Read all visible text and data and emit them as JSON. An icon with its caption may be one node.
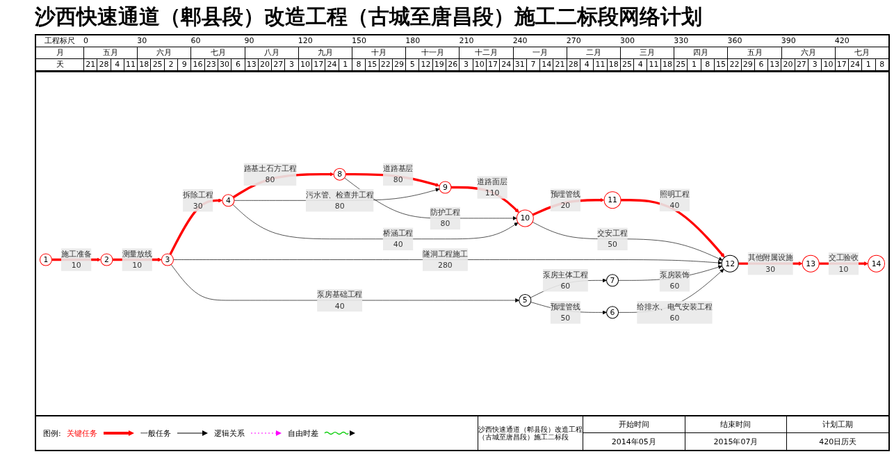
{
  "diagram": {
    "title": "沙西快速通道（郫县段）改造工程（古城至唐昌段）施工二标段网络计划",
    "nodes": [
      {
        "text": [
          "1"
        ]
      },
      {
        "text": [
          "2"
        ]
      },
      {
        "text": [
          "3"
        ]
      },
      {
        "text": [
          "4"
        ]
      },
      {
        "text": [
          "5"
        ]
      },
      {
        "text": [
          "6"
        ]
      },
      {
        "text": [
          "7"
        ]
      },
      {
        "text": [
          "8"
        ]
      },
      {
        "text": [
          "9"
        ]
      },
      {
        "text": [
          "10"
        ]
      },
      {
        "text": [
          "11"
        ]
      },
      {
        "text": [
          "12"
        ]
      },
      {
        "text": [
          "13"
        ]
      },
      {
        "text": [
          "14"
        ]
      }
    ],
    "edges": [
      {
        "from": 0,
        "to": 1,
        "arrow": "to",
        "label": "施工准备 10",
        "style": "thick",
        "color": "#ff0000"
      },
      {
        "from": 1,
        "to": 2,
        "arrow": "to",
        "label": "测量放线 10",
        "style": "thick",
        "color": "#ff0000"
      },
      {
        "from": 2,
        "to": 3,
        "arrow": "to",
        "label": "拆除工程 30",
        "style": "thick",
        "color": "#ff0000"
      },
      {
        "from": 3,
        "to": 7,
        "arrow": "to",
        "label": "路基土石方工程 80",
        "style": "thick",
        "color": "#ff0000"
      },
      {
        "from": 7,
        "to": 8,
        "arrow": "to",
        "label": "道路基层 80",
        "style": "thick",
        "color": "#ff0000"
      },
      {
        "from": 8,
        "to": 9,
        "arrow": "to",
        "label": "道路面层 110",
        "style": "thick",
        "color": "#ff0000"
      },
      {
        "from": 9,
        "to": 10,
        "arrow": "to",
        "label": "预埋管线 20",
        "style": "thick",
        "color": "#ff0000"
      },
      {
        "from": 10,
        "to": 11,
        "arrow": "to",
        "label": "照明工程 40",
        "style": "thick",
        "color": "#ff0000"
      },
      {
        "from": 11,
        "to": 12,
        "arrow": "to",
        "label": "其他附属设施 30",
        "style": "thick",
        "color": "#ff0000"
      },
      {
        "from": 12,
        "to": 13,
        "arrow": "to",
        "label": "交工验收 10",
        "style": "thick",
        "color": "#ff0000"
      },
      {
        "from": 3,
        "to": 8,
        "arrow": "to",
        "label": "污水管、检查井工程 80",
        "color": "#000000"
      },
      {
        "from": 7,
        "to": 9,
        "arrow": "to",
        "label": "防护工程 80",
        "color": "#000000"
      },
      {
        "from": 9,
        "to": 11,
        "arrow": "to",
        "label": "交安工程 50",
        "color": "#000000"
      },
      {
        "from": 3,
        "to": 9,
        "arrow": "to",
        "label": "桥涵工程 40",
        "color": "#000000"
      },
      {
        "from": 2,
        "to": 11,
        "arrow": "to",
        "label": "隧洞工程施工 280",
        "color": "#000000"
      },
      {
        "from": 2,
        "to": 4,
        "arrow": "to",
        "label": "泵房基础工程 40",
        "color": "#000000"
      },
      {
        "from": 4,
        "to": 6,
        "arrow": "to",
        "label": "泵房主体工程 60",
        "color": "#000000"
      },
      {
        "from": 6,
        "to": 11,
        "arrow": "to",
        "label": "泵房装饰 60",
        "color": "#000000"
      },
      {
        "from": 4,
        "to": 5,
        "arrow": "to",
        "label": "预埋管线 50",
        "color": "#000000"
      },
      {
        "from": 5,
        "to": 11,
        "arrow": "to",
        "label": "给排水、电气安装工程 60",
        "color": "#000000"
      }
    ],
    "labels": [
      "工程标尺",
      "0",
      "30",
      "60",
      "90",
      "120",
      "150",
      "180",
      "210",
      "240",
      "270",
      "300",
      "330",
      "360",
      "390",
      "420",
      "月",
      "五月",
      "六月",
      "七月",
      "八月",
      "九月",
      "十月",
      "十一月",
      "十二月",
      "一月",
      "二月",
      "三月",
      "四月",
      "五月",
      "六月",
      "七月",
      "天",
      "21",
      "28",
      "4",
      "11",
      "18",
      "25",
      "2",
      "9",
      "16",
      "23",
      "30",
      "6",
      "13",
      "20",
      "27",
      "3",
      "10",
      "17",
      "24",
      "1",
      "8",
      "15",
      "22",
      "29",
      "5",
      "12",
      "19",
      "26",
      "3",
      "10",
      "17",
      "24",
      "31",
      "7",
      "14",
      "21",
      "28",
      "4",
      "11",
      "18",
      "25",
      "4",
      "11",
      "18",
      "25",
      "1",
      "8",
      "15",
      "22",
      "29",
      "6",
      "13",
      "20",
      "27",
      "3",
      "10",
      "17",
      "24",
      "1",
      "8",
      "图例:",
      "沙西快速通道（郫县段）改造工程（古城至唐昌段）施工二标段",
      "开始时间",
      "结束时间",
      "计划工期",
      "2014年05月",
      "2015年07月",
      "420日历天"
    ],
    "legend": [
      {
        "text": "关键任务"
      },
      {
        "text": "一般任务"
      },
      {
        "text": "逻辑关系"
      },
      {
        "text": "自由时差"
      }
    ]
  }
}
